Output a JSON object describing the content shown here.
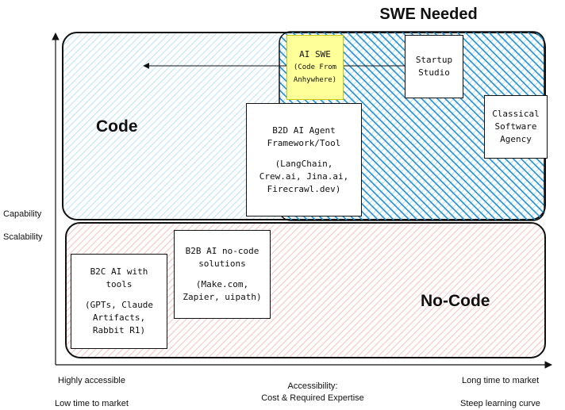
{
  "title": "SWE Needed",
  "regions": {
    "code": "Code",
    "no_code": "No-Code"
  },
  "y_axis": {
    "label_1": "Capability",
    "label_2": "Scalability"
  },
  "x_axis": {
    "left_1": "Highly accessible",
    "left_2": "Low time to market",
    "center_1": "Accessibility:",
    "center_2": "Cost & Required Expertise",
    "right_1": "Long time to market",
    "right_2": "Steep learning curve"
  },
  "boxes": {
    "ai_swe": {
      "line1": "AI SWE",
      "line2": "(Code From",
      "line3": "Anhywhere)"
    },
    "startup_studio": {
      "line1": "Startup",
      "line2": "Studio"
    },
    "classical": {
      "line1": "Classical",
      "line2": "Software",
      "line3": "Agency"
    },
    "b2d": {
      "line1": "B2D AI Agent",
      "line2": "Framework/Tool",
      "line3": "(LangChain,",
      "line4": "Crew.ai, Jina.ai,",
      "line5": "Firecrawl.dev)"
    },
    "b2b": {
      "line1": "B2B AI no-code",
      "line2": "solutions",
      "line3": "(Make.com,",
      "line4": "Zapier, uipath)"
    },
    "b2c": {
      "line1": "B2C AI with",
      "line2": "tools",
      "line3": "(GPTs, Claude",
      "line4": "Artifacts,",
      "line5": "Rabbit R1)"
    }
  },
  "colors": {
    "code_fill": "#c9e8f8",
    "swe_hatch": "#1f8fd6",
    "no_code_fill": "#f8caca",
    "ai_swe_fill": "#ffff99"
  }
}
